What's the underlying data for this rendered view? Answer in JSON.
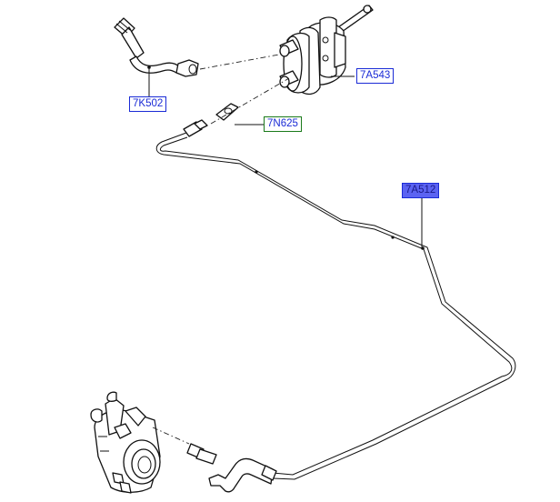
{
  "callouts": [
    {
      "id": "7K502",
      "label": "7K502",
      "style": "blue"
    },
    {
      "id": "7A543",
      "label": "7A543",
      "style": "blue"
    },
    {
      "id": "7N625",
      "label": "7N625",
      "style": "green"
    },
    {
      "id": "7A512",
      "label": "7A512",
      "style": "selected"
    }
  ],
  "colors": {
    "callout_text": "#1a2bd6",
    "callout_border_blue": "#1a2bd6",
    "callout_border_green": "#1a7a1a",
    "callout_selected_fill": "#5b63f2"
  }
}
